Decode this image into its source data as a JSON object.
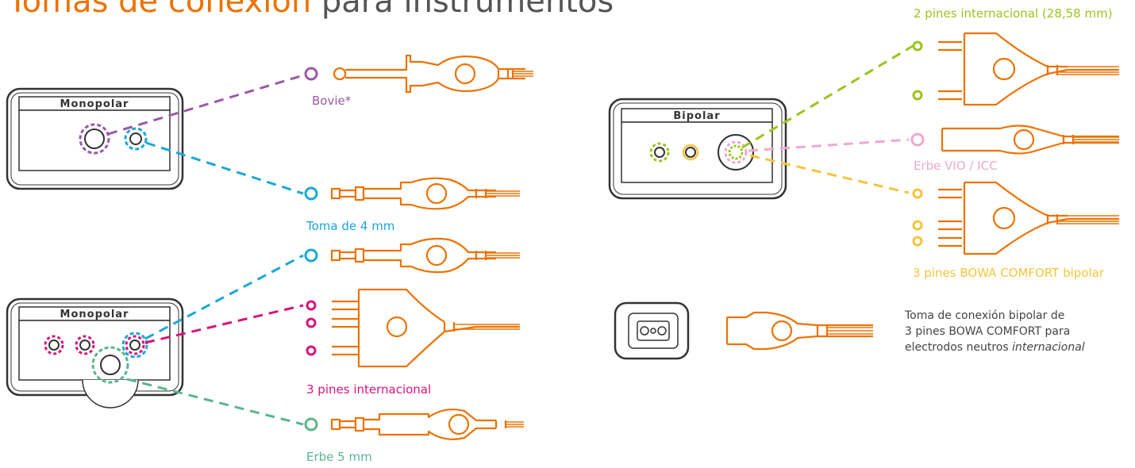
{
  "title": {
    "accent": "Tomas de conexión",
    "rest": " para instrumentos"
  },
  "panels": {
    "mono1": "Monopolar",
    "mono2": "Monopolar",
    "bipolar": "Bipolar"
  },
  "labels": {
    "bovie": "Bovie*",
    "toma4": "Toma de 4 mm",
    "pines3": "3 pines internacional",
    "erbe5": "Erbe 5 mm",
    "pines2": "2 pines internacional (28,58 mm)",
    "erbevio": "Erbe VIO / ICC",
    "bowa": "3 pines BOWA COMFORT bipolar"
  },
  "note": {
    "line1": "Toma de conexión bipolar de",
    "line2": "3 pines BOWA COMFORT para",
    "line3": "electrodos neutros ",
    "italic": "internacional"
  },
  "colors": {
    "title_accent": "#ee7203",
    "cable": "#ee7203",
    "bovie": "#9b59a8",
    "toma4": "#1aa7d8",
    "pines3": "#d6157a",
    "erbe5": "#5bb58f",
    "pines2": "#9cc41c",
    "erbevio": "#f0a8cf",
    "bowa": "#f5c53a"
  }
}
